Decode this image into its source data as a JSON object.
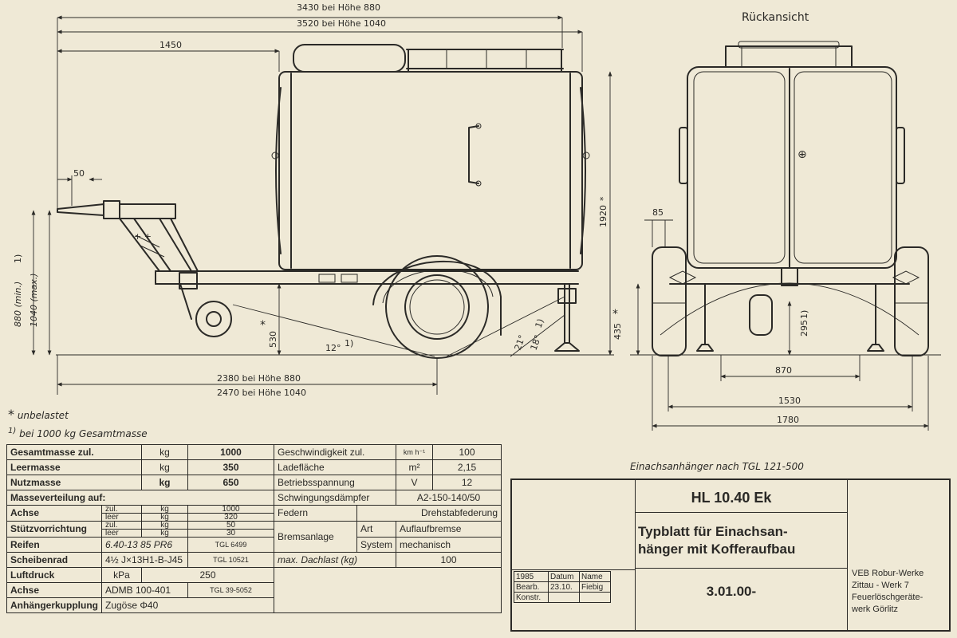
{
  "dimensions": {
    "overall_length_880": "3430 bei Höhe 880",
    "overall_length_1040": "3520 bei Höhe 1040",
    "drawbar_length": "1450",
    "coupling_offset": "50",
    "height_box": "1920",
    "height_box_mark": "*",
    "coupling_height": "880 (min.)",
    "coupling_height_max": "1040 (max.)",
    "coupling_height_note": "1)",
    "ground_clearance": "530",
    "ground_clearance_mark": "*",
    "approach_angle": "12°",
    "approach_note": "1)",
    "departure_angle_1": "21°",
    "departure_angle_2": "18°",
    "departure_note": "1)",
    "wheelbase_880": "2380 bei Höhe 880",
    "wheelbase_1040": "2470 bei Höhe 1040",
    "rear_title": "Rückansicht",
    "rear_fender_width": "85",
    "rear_axle_height": "435",
    "rear_axle_height_mark": "*",
    "rear_spare_height": "295",
    "rear_spare_note": "1)",
    "rear_inner_width": "870",
    "rear_track": "1530",
    "rear_overall_width": "1780"
  },
  "notes": {
    "star_symbol": "*",
    "unloaded": "unbelastet",
    "note1_mark": "1)",
    "note1": "bei 1000 kg Gesamtmasse"
  },
  "spec": {
    "gesamtmasse": {
      "label": "Gesamtmasse zul.",
      "unit": "kg",
      "value": "1000"
    },
    "leermasse": {
      "label": "Leermasse",
      "unit": "kg",
      "value": "350"
    },
    "nutzmasse": {
      "label": "Nutzmasse",
      "unit": "kg",
      "value": "650"
    },
    "verteilung": {
      "label": "Masseverteilung auf:"
    },
    "achse": {
      "label": "Achse",
      "zul": "zul.",
      "leer": "leer",
      "unit": "kg",
      "zul_value": "1000",
      "leer_value": "320"
    },
    "stuetz": {
      "label": "Stützvorrichtung",
      "zul": "zul.",
      "leer": "leer",
      "unit": "kg",
      "zul_value": "50",
      "leer_value": "30"
    },
    "reifen": {
      "label": "Reifen",
      "value": "6.40-13 85 PR6",
      "tgl": "TGL 6499"
    },
    "scheibenrad": {
      "label": "Scheibenrad",
      "value": "4½ J×13H1-B-J45",
      "tgl": "TGL 10521"
    },
    "luftdruck": {
      "label": "Luftdruck",
      "unit": "kPa",
      "value": "250"
    },
    "achse2": {
      "label": "Achse",
      "value": "ADMB 100-401",
      "tgl": "TGL 39-5052"
    },
    "kupplung": {
      "label": "Anhängerkupplung",
      "value": "Zugöse Φ40"
    },
    "geschw": {
      "label": "Geschwindigkeit zul.",
      "unit": "km h⁻¹",
      "value": "100"
    },
    "ladeflaeche": {
      "label": "Ladefläche",
      "unit": "m²",
      "value": "2,15"
    },
    "spannung": {
      "label": "Betriebsspannung",
      "unit": "V",
      "value": "12"
    },
    "daempfer": {
      "label": "Schwingungsdämpfer",
      "value": "A2-150-140/50"
    },
    "federn": {
      "label": "Federn",
      "value": "Drehstabfederung"
    },
    "bremse": {
      "label": "Bremsanlage",
      "art": "Art",
      "art_value": "Auflaufbremse",
      "system": "System",
      "system_value": "mechanisch"
    },
    "dachlast": {
      "label": "max. Dachlast (kg)",
      "value": "100"
    }
  },
  "title_block": {
    "subtitle": "Einachsanhänger nach TGL 121-500",
    "model": "HL 10.40 Ek",
    "title_line1": "Typblatt für Einachsan-",
    "title_line2": "hänger mit Kofferaufbau",
    "drawing_number": "3.01.00-",
    "year": "1985",
    "col_datum": "Datum",
    "col_name": "Name",
    "row_bearb": "Bearb.",
    "bearb_date": "23.10.",
    "bearb_name": "Fiebig",
    "row_konstr": "Konstr.",
    "maker_1": "VEB Robur-Werke",
    "maker_2": "Zittau - Werk 7",
    "maker_3": "Feuerlöschgeräte-",
    "maker_4": "werk  Görlitz"
  }
}
